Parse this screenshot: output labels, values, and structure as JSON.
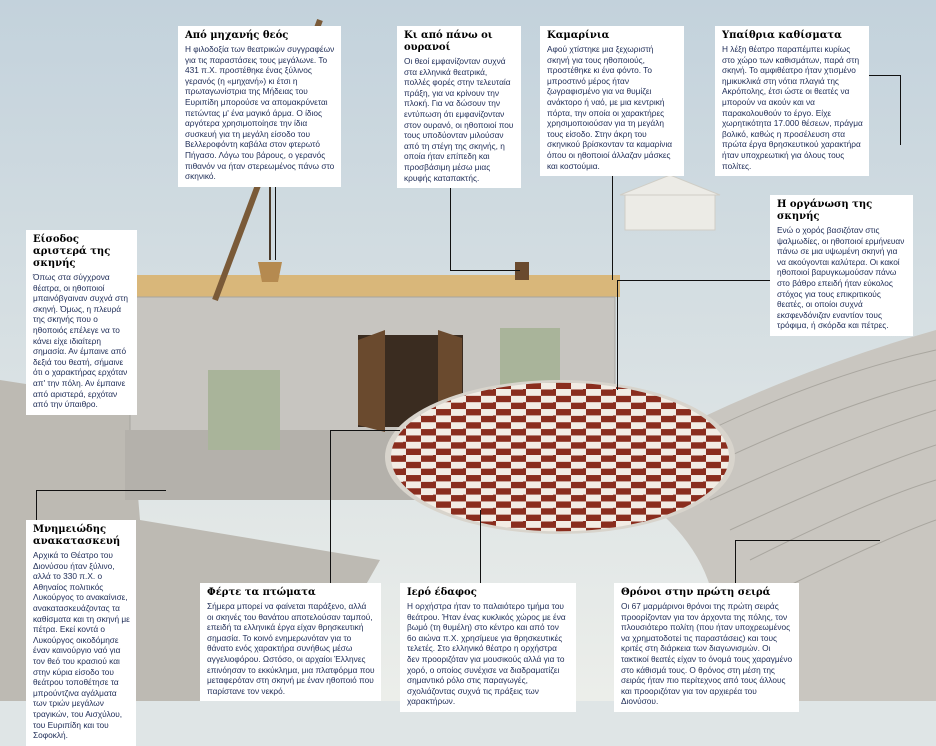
{
  "boxes": {
    "machine": {
      "title": "Από μηχανής θεός",
      "body": "Η φιλοδοξία των θεατρικών συγγραφέων για τις παραστάσεις τους μεγάλωνε. Το 431 π.Χ. προστέθηκε ένας ξύλινος γερανός (η «μηχανή») κι έτσι η πρωταγωνίστρια της Μήδειας του Ευριπίδη μπορούσε να απομακρύνεται πετώντας μ' ένα μαγικό άρμα. Ο ίδιος αργότερα χρησιμοποίησε την ίδια συσκευή για τη μεγάλη είσοδο του Βελλεροφόντη καβάλα στον φτερωτό Πήγασο. Λόγω του βάρους, ο γερανός πιθανόν να ήταν στερεωμένος πάνω στο σκηνικό."
    },
    "heavens": {
      "title": "Κι από πάνω οι ουρανοί",
      "body": "Οι θεοί εμφανίζονταν συχνά στα ελληνικά θεατρικά, πολλές φορές στην τελευταία πράξη, για να κρίνουν την πλοκή. Για να δώσουν την εντύπωση ότι εμφανίζονταν στον ουρανό, οι ηθοποιοί που τους υποδύονταν μιλούσαν από τη στέγη της σκηνής, η οποία ήταν επίπεδη και προσβάσιμη μέσω μιας κρυφής καταπακτής."
    },
    "dressing": {
      "title": "Καμαρίνια",
      "body": "Αφού χτίστηκε μια ξεχωριστή σκηνή για τους ηθοποιούς, προστέθηκε κι ένα φόντο. Το μπροστινό μέρος ήταν ζωγραφισμένο για να θυμίζει ανάκτορο ή ναό, με μια κεντρική πόρτα, την οποία οι χαρακτήρες χρησιμοποιούσαν για τη μεγάλη τους είσοδο. Στην άκρη του σκηνικού βρίσκονταν τα καμαρίνια όπου οι ηθοποιοί άλλαζαν μάσκες και κοστούμια."
    },
    "seats": {
      "title": "Υπαίθρια καθίσματα",
      "body": "Η λέξη θέατρο παραπέμπει κυρίως στο χώρο των καθισμάτων, παρά στη σκηνή. Το αμφιθέατρο ήταν χτισμένο ημικυκλικά στη νότια πλαγιά της Ακρόπολης, έτσι ώστε οι θεατές να μπορούν να ακούν και να παρακολουθούν το έργο. Είχε χωρητικότητα 17.000 θέσεων, πράγμα βολικό, καθώς η προσέλευση στα πρώτα έργα θρησκευτικού χαρακτήρα ήταν υποχρεωτική για όλους τους πολίτες."
    },
    "stage": {
      "title": "Η οργάνωση της σκηνής",
      "body": "Ενώ ο χορός βασιζόταν στις ψαλμωδίες, οι ηθοποιοί ερμήνευαν πάνω σε μια υψωμένη σκηνή για να ακούγονται καλύτερα. Οι κακοί ηθοποιοί βαρυγκωμούσαν πάνω στο βάθρο επειδή ήταν εύκολος στόχος για τους επικριτικούς θεατές, οι οποίοι συχνά εκσφενδόνιζαν εναντίον τους τρόφιμα, ή σκόρδα και πέτρες."
    },
    "entrance": {
      "title": "Είσοδος αριστερά της σκηνής",
      "body": "Όπως στα σύγχρονα θέατρα, οι ηθοποιοί μπαινόβγαιναν συχνά στη σκηνή. Όμως, η πλευρά της σκηνής που ο ηθοποιός επέλεγε να το κάνει είχε ιδιαίτερη σημασία. Αν έμπαινε από δεξιά του θεατή, σήμαινε ότι ο χαρακτήρας ερχόταν απ' την πόλη. Αν έμπαινε από αριστερά, ερχόταν από την ύπαιθρο."
    },
    "monument": {
      "title": "Μνημειώδης ανακατασκευή",
      "body": "Αρχικά το Θέατρο του Διονύσου ήταν ξύλινο, αλλά το 330 π.Χ. ο Αθηναίος πολιτικός Λυκούργος το ανακαίνισε, ανακατασκευάζοντας τα καθίσματα και τη σκηνή με πέτρα. Εκεί κοντά ο Λυκούργος οικοδόμησε έναν καινούργιο ναό για τον θεό του κρασιού και στην κύρια είσοδο του θεάτρου τοποθέτησε τα μπρούντζινα αγάλματα των τριών μεγάλων τραγικών, του Αισχύλου, του Ευριπίδη και του Σοφοκλή."
    },
    "bodies": {
      "title": "Φέρτε τα πτώματα",
      "body": "Σήμερα μπορεί να φαίνεται παράξενο, αλλά οι σκηνές του θανάτου αποτελούσαν ταμπού, επειδή τα ελληνικά έργα είχαν θρησκευτική σημασία. Το κοινό ενημερωνόταν για το θάνατο ενός χαρακτήρα συνήθως μέσω αγγελιοφόρου. Ωστόσο, οι αρχαίοι Έλληνες επινόησαν το εκκύκλημα, μια πλατφόρμα που μεταφερόταν στη σκηνή με έναν ηθοποιό που παρίστανε τον νεκρό."
    },
    "ground": {
      "title": "Ιερό έδαφος",
      "body": "Η ορχήστρα ήταν το παλαιότερο τμήμα του θεάτρου. Ήταν ένας κυκλικός χώρος με ένα βωμό (τη θυμέλη) στο κέντρο και από τον 6ο αιώνα π.Χ. χρησίμευε για θρησκευτικές τελετές. Στο ελληνικό θέατρο η ορχήστρα δεν προοριζόταν για μουσικούς αλλά για το χορό, ο οποίος συνέχισε να διαδραματίζει σημαντικό ρόλο στις παραγωγές, σχολιάζοντας συχνά τις πράξεις των χαρακτήρων."
    },
    "thrones": {
      "title": "Θρόνοι στην πρώτη σειρά",
      "body": "Οι 67 μαρμάρινοι θρόνοι της πρώτη σειράς προορίζονταν για τον άρχοντα της πόλης, τον πλουσιότερο πολίτη (που ήταν υποχρεωμένος να χρηματοδοτεί τις παραστάσεις) και τους κριτές στη διάρκεια των διαγωνισμών. Οι τακτικοί θεατές είχαν το όνομά τους χαραγμένο στο κάθισμά τους. Ο θρόνος στη μέση της σειράς ήταν πιο περίτεχνος από τους άλλους και προοριζόταν για τον αρχιερέα του Διονύσου."
    }
  },
  "colors": {
    "text": "#1c2a55",
    "orchestra_red": "#8a2d1e",
    "stone": "#c9c6c0"
  }
}
